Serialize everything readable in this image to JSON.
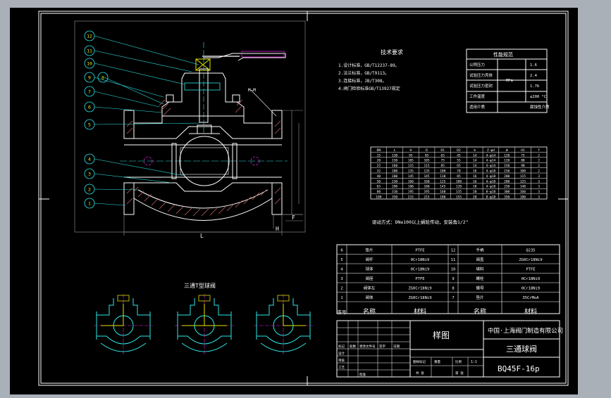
{
  "window": {
    "background": "#aab0b8",
    "canvas_color": "#000000"
  },
  "colors": {
    "frame": "#ffffff",
    "cyan": "#2ee6e6",
    "yellow": "#e6e600",
    "green": "#22cc22",
    "magenta": "#e020e0",
    "grey": "#9a9a9a",
    "hatch": "#c06060"
  },
  "balloons": [
    "12",
    "11",
    "10",
    "9",
    "8",
    "7",
    "6",
    "5",
    "4",
    "3",
    "2",
    "1"
  ],
  "section_label": "M—M",
  "dim_labels": {
    "L": "L",
    "H": "H",
    "F": "F"
  },
  "tech": {
    "title": "技术要求",
    "lines": [
      "1.设计标准，GB/T12237-89。",
      "2.法兰标准，GB/T9113。",
      "3.连接标准，JB/T308。",
      "4.阀门检验标准GB/T13927规定"
    ]
  },
  "perf": {
    "title": "性能规范",
    "rows": [
      [
        "公称压力",
        "",
        "1.6"
      ],
      [
        "试验压力壳体",
        "MPa",
        "2.4"
      ],
      [
        "试验压力密封",
        "",
        "1.76"
      ],
      [
        "工作温度",
        "",
        "≤200 °C"
      ],
      [
        "适用介质",
        "",
        "腐蚀性介质"
      ]
    ]
  },
  "dims_table": {
    "header": [
      "DN",
      "L",
      "H",
      "D",
      "D1",
      "D2",
      "b",
      "Z-φd",
      "W",
      "H1",
      "f"
    ],
    "rows": [
      [
        "15",
        "130",
        "95",
        "95",
        "65",
        "45",
        "14",
        "4-φ14",
        "120",
        "75",
        "2"
      ],
      [
        "20",
        "150",
        "105",
        "105",
        "75",
        "55",
        "14",
        "4-φ14",
        "120",
        "80",
        "2"
      ],
      [
        "25",
        "160",
        "115",
        "115",
        "85",
        "65",
        "14",
        "4-φ14",
        "150",
        "90",
        "2"
      ],
      [
        "32",
        "180",
        "135",
        "135",
        "100",
        "78",
        "16",
        "4-φ18",
        "150",
        "100",
        "2"
      ],
      [
        "40",
        "200",
        "145",
        "145",
        "110",
        "85",
        "16",
        "4-φ18",
        "200",
        "115",
        "3"
      ],
      [
        "50",
        "230",
        "160",
        "160",
        "125",
        "100",
        "16",
        "4-φ18",
        "200",
        "125",
        "3"
      ],
      [
        "65",
        "290",
        "180",
        "180",
        "145",
        "120",
        "18",
        "4-φ18",
        "250",
        "140",
        "3"
      ],
      [
        "80",
        "310",
        "195",
        "195",
        "160",
        "135",
        "20",
        "8-φ18",
        "300",
        "160",
        "3"
      ],
      [
        "100",
        "350",
        "215",
        "215",
        "180",
        "155",
        "20",
        "8-φ18",
        "350",
        "180",
        "3"
      ]
    ]
  },
  "note": "驱动方式：DN≤100以上蜗轮传动，安装角1/2\"",
  "bom": {
    "left": [
      [
        "6",
        "垫片",
        "PTFE"
      ],
      [
        "5",
        "阀杆",
        "0Cr18Ni9"
      ],
      [
        "4",
        "球体",
        "0Cr18Ni9"
      ],
      [
        "3",
        "阀座",
        "PTFE"
      ],
      [
        "2",
        "阀体左",
        "ZG0Cr18Ni9"
      ],
      [
        "1",
        "阀体",
        "ZG0Cr18Ni9"
      ]
    ],
    "right": [
      [
        "12",
        "手柄",
        "Q235"
      ],
      [
        "11",
        "阀盖",
        "ZG0Cr18Ni9"
      ],
      [
        "10",
        "填料",
        "PTFE"
      ],
      [
        "9",
        "螺栓",
        "0Cr18Ni9"
      ],
      [
        "8",
        "螺母",
        "0Cr18Ni9"
      ],
      [
        "7",
        "垫片",
        "35CrMoA"
      ]
    ],
    "header": {
      "seq": "序号",
      "name": "名称",
      "material": "材料",
      "name2": "名称",
      "material2": "材料"
    }
  },
  "subtitle": "三通T型球阀",
  "title_block": {
    "company": "中国·上海阀门制造有限公司",
    "drawing_kind": "样图",
    "product": "三通球阀",
    "model": "BQ45F-16p",
    "ratio": "1:1",
    "small_labels": [
      "标记",
      "处数",
      "更改文件号",
      "签字",
      "日期",
      "设计",
      "审核",
      "工艺",
      "批准",
      "图样标记",
      "重量",
      "比例",
      "共 张",
      "第 张"
    ]
  }
}
